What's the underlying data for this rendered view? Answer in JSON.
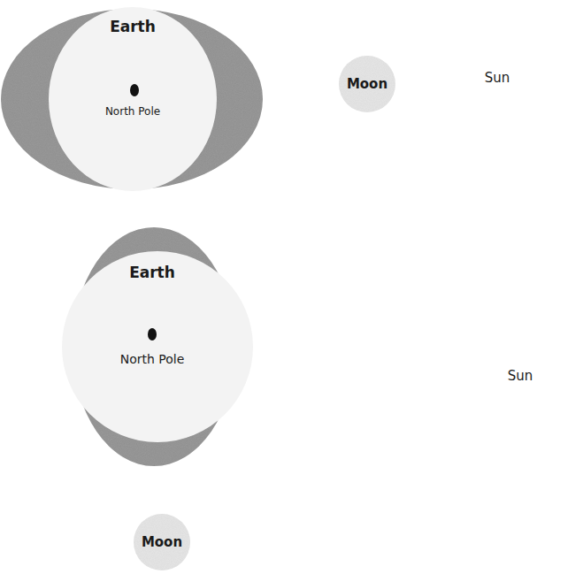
{
  "diagram": {
    "nodes": [
      {
        "text": [
          "Earth",
          "North Pole"
        ]
      },
      {
        "text": [
          "Moon"
        ]
      },
      {
        "text": [
          "Earth",
          "North Pole"
        ]
      },
      {
        "text": [
          "Moon"
        ]
      }
    ],
    "labels": [
      "Sun",
      "Sun"
    ]
  }
}
